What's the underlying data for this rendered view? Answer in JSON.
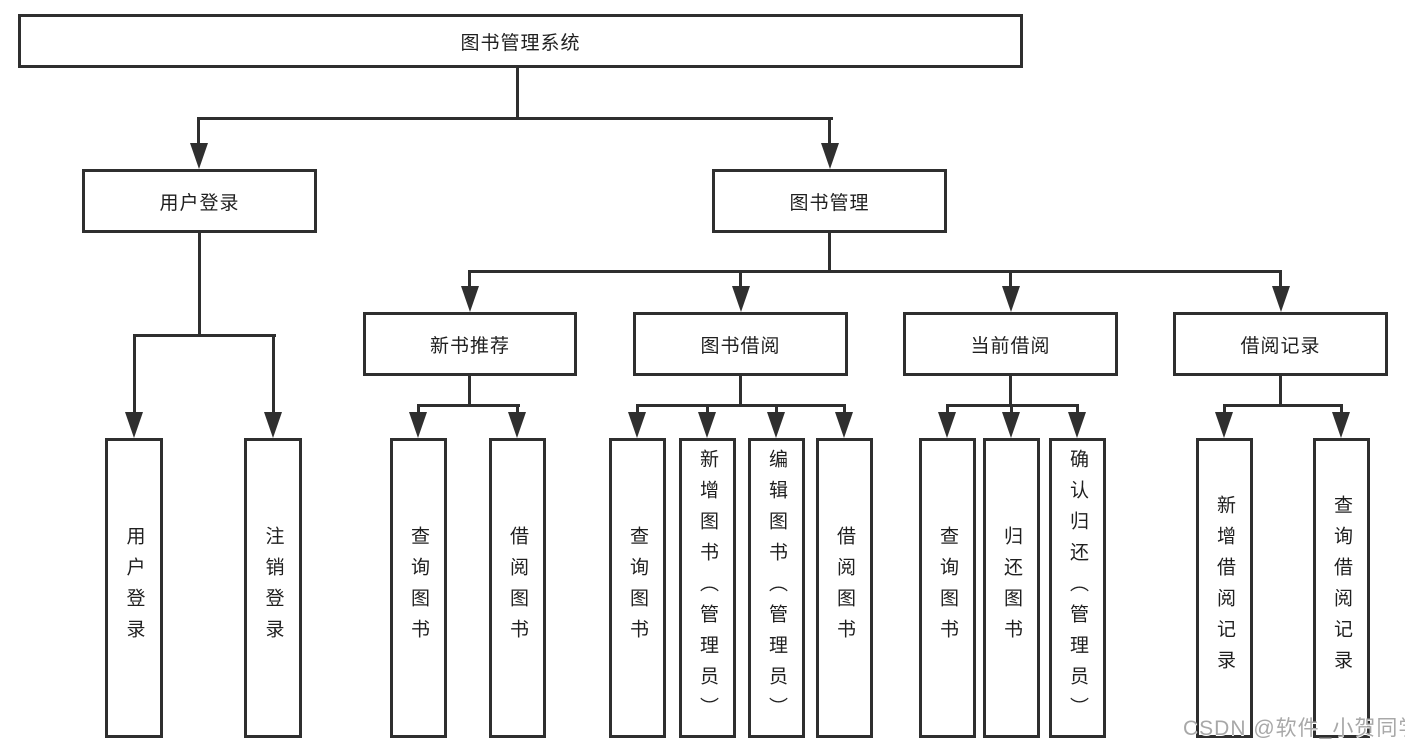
{
  "diagram": {
    "title": "图书管理系统",
    "branches": [
      {
        "label": "用户登录",
        "leaves": [
          "用户登录",
          "注销登录"
        ]
      },
      {
        "label": "图书管理",
        "groups": [
          {
            "label": "新书推荐",
            "leaves": [
              "查询图书",
              "借阅图书"
            ]
          },
          {
            "label": "图书借阅",
            "leaves": [
              "查询图书",
              "新增图书（管理员）",
              "编辑图书（管理员）",
              "借阅图书"
            ]
          },
          {
            "label": "当前借阅",
            "leaves": [
              "查询图书",
              "归还图书",
              "确认归还（管理员）"
            ]
          },
          {
            "label": "借阅记录",
            "leaves": [
              "新增借阅记录",
              "查询借阅记录"
            ]
          }
        ]
      }
    ]
  },
  "watermark": {
    "text": "CSDN @软件_小贺同学"
  },
  "colors": {
    "line": "#2f2f2f",
    "text": "#1f1f1f",
    "watermark": "#a8a8a8",
    "background": "#ffffff"
  }
}
